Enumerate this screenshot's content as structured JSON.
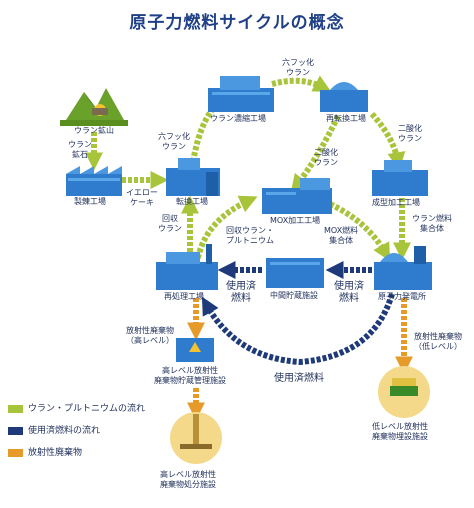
{
  "title": "原子力燃料サイクルの概念",
  "colors": {
    "green": "#a8c43a",
    "navy": "#1f3a7a",
    "orange": "#e69a2a",
    "building": "#2f7ccf"
  },
  "facilities": {
    "mine": "ウラン鉱山",
    "refinery": "製錬工場",
    "conversion": "転換工場",
    "enrichment": "ウラン濃縮工場",
    "reconversion": "再転換工場",
    "fabrication": "成型加工工場",
    "mox": "MOX加工工場",
    "reprocessing": "再処理工場",
    "interim_storage": "中間貯蔵施設",
    "power_plant": "原子力発電所",
    "hlw_storage": "高レベル放射性\n廃棄物貯蔵管理施設",
    "hlw_disposal": "高レベル放射性\n廃棄物処分施設",
    "llw_disposal": "低レベル放射性\n廃棄物埋設施設"
  },
  "flows": {
    "uranium_ore": "ウラン\n鉱石",
    "yellowcake": "イエロー\nケーキ",
    "uf6_1": "六フッ化\nウラン",
    "uf6_2": "六フッ化\nウラン",
    "uo2_1": "二酸化\nウラン",
    "uo2_2": "二酸化\nウラン",
    "recovered_uranium": "回収\nウラン",
    "recovered_u_pu": "回収ウラン・\nプルトニウム",
    "mox_assembly": "MOX燃料\n集合体",
    "u_assembly": "ウラン燃料\n集合体",
    "spent_fuel_1": "使用済\n燃料",
    "spent_fuel_2": "使用済\n燃料",
    "spent_fuel_3": "使用済燃料",
    "hlw": "放射性廃棄物\n（高レベル）",
    "llw": "放射性廃棄物\n（低レベル）"
  },
  "legend": [
    {
      "label": "ウラン・プルトニウムの流れ",
      "color": "#a8c43a"
    },
    {
      "label": "使用済燃料の流れ",
      "color": "#1f3a7a"
    },
    {
      "label": "放射性廃棄物",
      "color": "#e69a2a"
    }
  ]
}
